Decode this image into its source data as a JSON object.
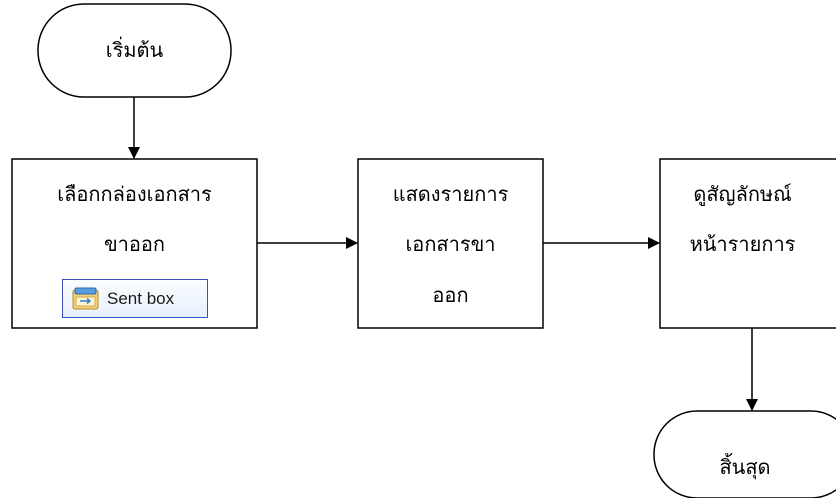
{
  "nodes": {
    "start": {
      "label": "เริ่มต้น"
    },
    "select_outbox": {
      "lines": [
        "เลือกกล่องเอกสาร",
        "ขาออก"
      ]
    },
    "show_list": {
      "lines": [
        "แสดงรายการ",
        "เอกสารขา",
        "ออก"
      ]
    },
    "view_status": {
      "lines": [
        "ดูสัญลักษณ์",
        "หน้ารายการ"
      ]
    },
    "end": {
      "label": "สิ้นสุด"
    }
  },
  "sent_box": {
    "label": "Sent box",
    "icon": "sent-box-icon"
  }
}
